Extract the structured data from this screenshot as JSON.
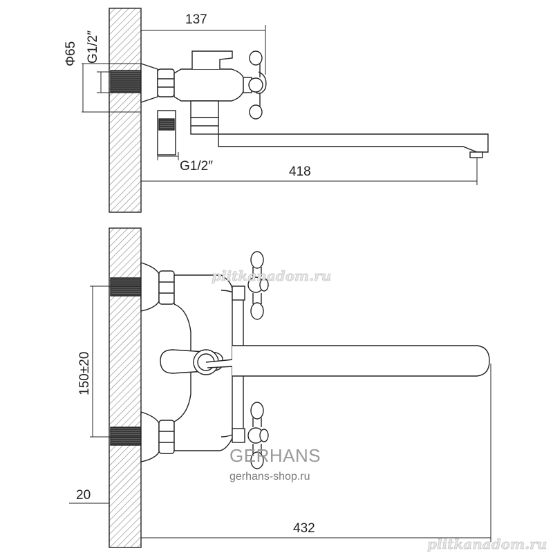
{
  "dimensions": {
    "top_width": "137",
    "top_diameter": "Φ65",
    "top_thread_left": "G1/2″",
    "bottom_thread": "G1/2″",
    "top_spout_length": "418",
    "center_distance": "150±20",
    "wall_offset": "20",
    "front_spout_length": "432"
  },
  "brand": {
    "name": "GERHANS",
    "site": "gerhans-shop.ru"
  },
  "watermarks": {
    "center": "plitkanadom.ru",
    "corner": "plitkanadom.ru"
  },
  "colors": {
    "line": "#222222",
    "hatch": "#888888",
    "thread_fill": "#3a3a3a",
    "brand": "#9a9a9a"
  }
}
